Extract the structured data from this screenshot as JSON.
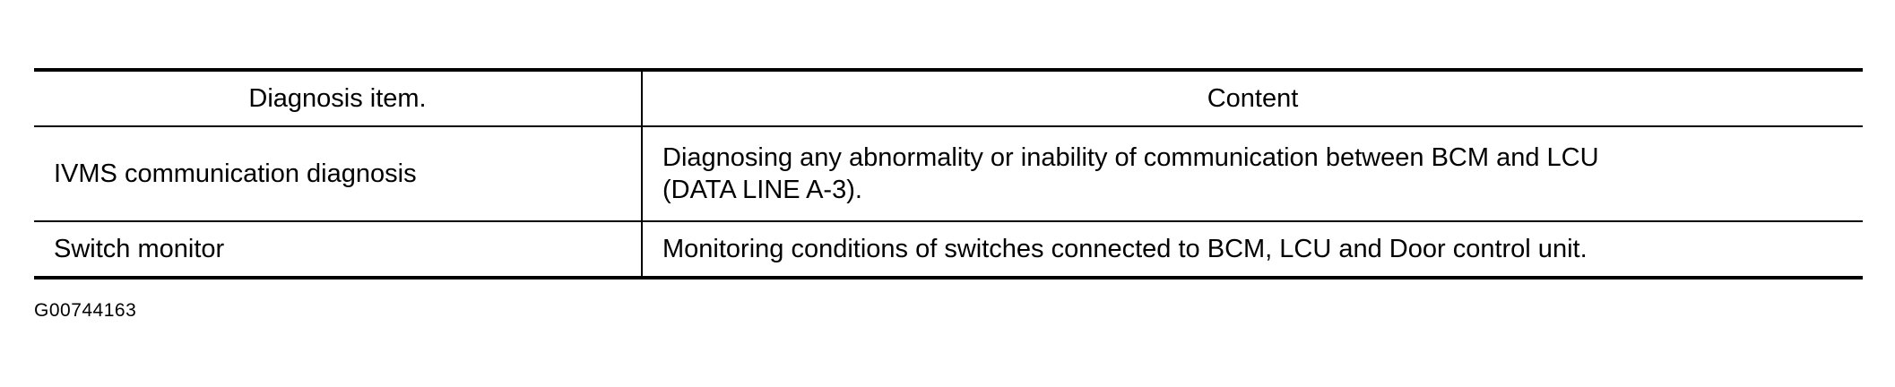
{
  "table": {
    "headers": [
      "Diagnosis item.",
      "Content"
    ],
    "rows": [
      {
        "item": "IVMS communication diagnosis",
        "content": [
          "Diagnosing any abnormality or inability of communication between BCM and LCU",
          "(DATA LINE A-3)."
        ]
      },
      {
        "item": "Switch monitor",
        "content": [
          "Monitoring conditions of switches connected to BCM, LCU and Door control unit."
        ]
      }
    ]
  },
  "figure_id": "G00744163"
}
